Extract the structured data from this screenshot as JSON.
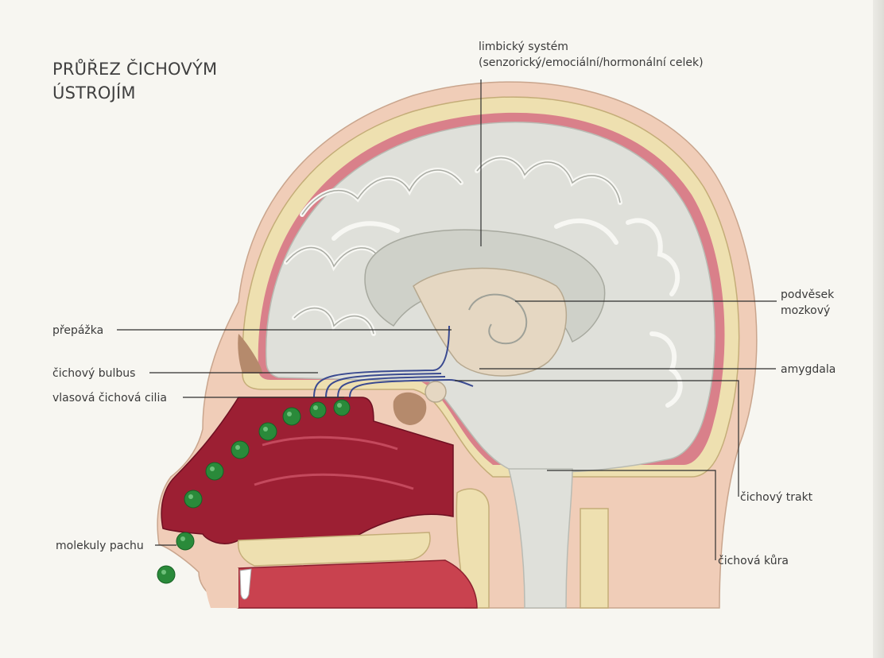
{
  "title": {
    "line1": "PRŮŘEZ ČICHOVÝM",
    "line2": "ÚSTROJÍM"
  },
  "labels": {
    "limbic_line1": "limbický systém",
    "limbic_line2": "(senzorický/emociální/hormonální celek)",
    "pituitary_line1": "podvěsek",
    "pituitary_line2": "mozkový",
    "amygdala": "amygdala",
    "olfactory_tract": "čichový trakt",
    "olfactory_cortex": "čichová kůra",
    "septum": "přepážka",
    "olfactory_bulb": "čichový bulbus",
    "cilia": "vlasová čichová cilia",
    "odor_molecules": "molekuly pachu"
  },
  "colors": {
    "background": "#f7f6f1",
    "skin": "#f0cdb8",
    "skull": "#eee0b0",
    "brain": "#dfe0da",
    "meninges": "#d9808a",
    "nasal_cavity": "#9c1f33",
    "molecules": "#2a8a3a",
    "nerves": "#3a4a90"
  }
}
